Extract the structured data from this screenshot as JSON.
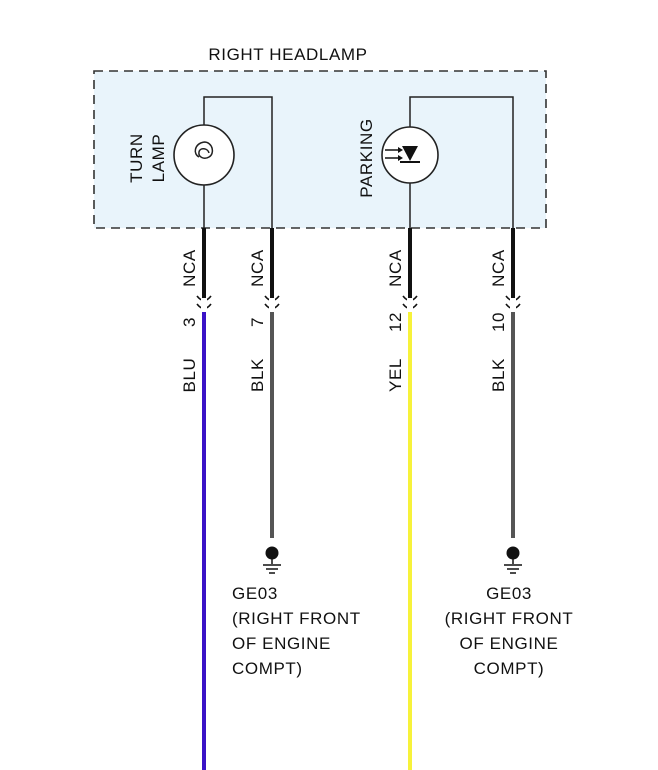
{
  "component": {
    "title": "RIGHT HEADLAMP",
    "fill_color": "#e9f4fb"
  },
  "turn_lamp": {
    "label_line1": "TURN",
    "label_line2": "LAMP",
    "icon": "bulb-icon"
  },
  "parking": {
    "label": "PARKING",
    "icon": "led-icon"
  },
  "wires": [
    {
      "connector_label": "NCA",
      "pin": "3",
      "color_label": "BLU",
      "color": "#3a12c7"
    },
    {
      "connector_label": "NCA",
      "pin": "7",
      "color_label": "BLK",
      "color": "#555555"
    },
    {
      "connector_label": "NCA",
      "pin": "12",
      "color_label": "YEL",
      "color": "#f7f23a"
    },
    {
      "connector_label": "NCA",
      "pin": "10",
      "color_label": "BLK",
      "color": "#555555"
    }
  ],
  "grounds": [
    {
      "id": "GE03",
      "line1": "(RIGHT FRONT",
      "line2": "OF ENGINE",
      "line3": "COMPT)"
    },
    {
      "id": "GE03",
      "line1": "(RIGHT FRONT",
      "line2": "OF ENGINE",
      "line3": "COMPT)"
    }
  ]
}
